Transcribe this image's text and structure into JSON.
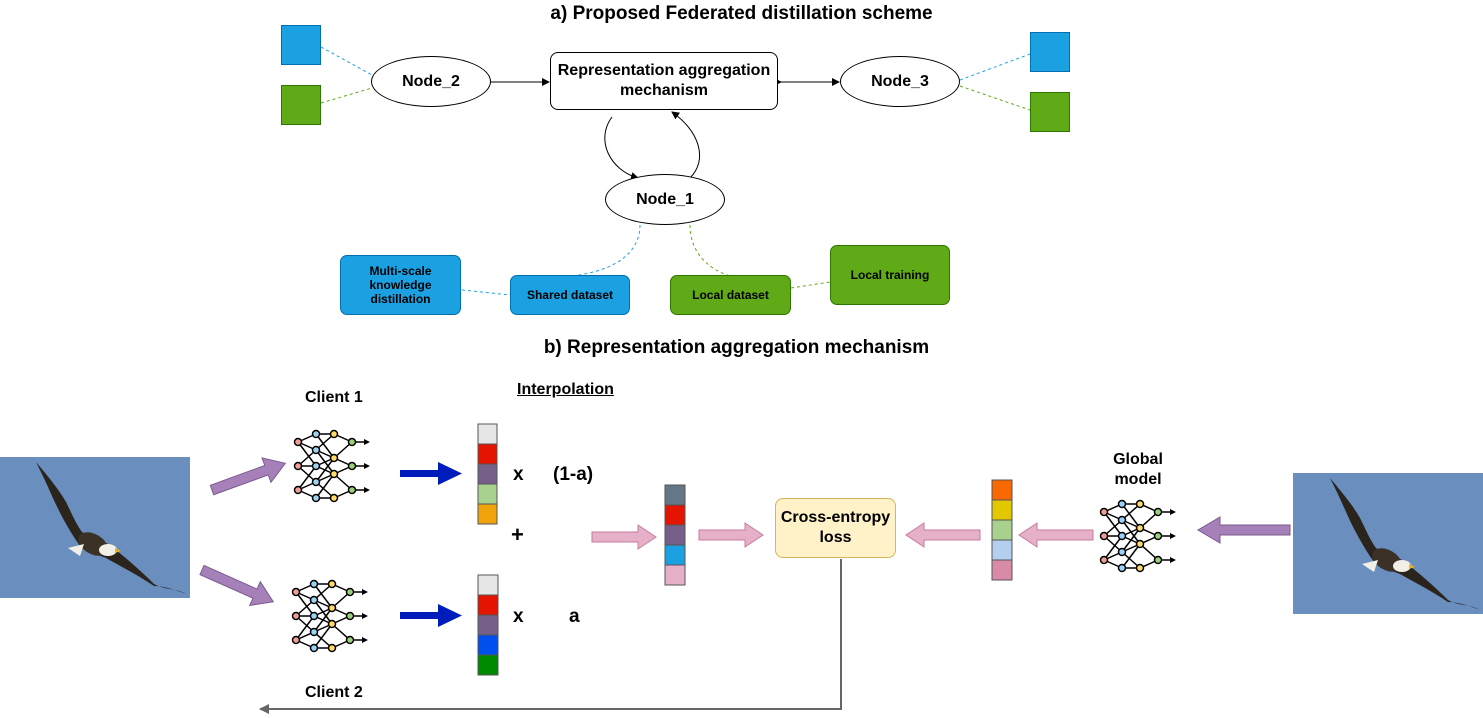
{
  "title_a": "a) Proposed Federated distillation scheme",
  "title_b": "b) Representation aggregation mechanism",
  "nodes": {
    "node_1": "Node_1",
    "node_2": "Node_2",
    "node_3": "Node_3"
  },
  "aggregation_box": "Representation aggregation mechanism",
  "boxes": {
    "multi_scale": "Multi-scale knowledge distillation",
    "shared_dataset": "Shared dataset",
    "local_dataset": "Local dataset",
    "local_training": "Local training"
  },
  "section_b": {
    "interpolation": "Interpolation",
    "client_1": "Client 1",
    "client_2": "Client 2",
    "global_model": "Global model",
    "times": "x",
    "plus": "+",
    "factor_1": "(1-a)",
    "factor_2": "a",
    "cross_entropy": "Cross-entropy loss"
  },
  "colors": {
    "blue_box": "#1ba1e2",
    "green_box": "#60a917",
    "arrow_purple": "#a680b8",
    "arrow_pink": "#e6b0c8",
    "arrow_blue": "#001dbc",
    "ce_fill": "#fff2cc",
    "ce_border": "#d6b656"
  },
  "vectors": {
    "client_1": [
      "#e6e6e6",
      "#e51400",
      "#76608a",
      "#a9d18e",
      "#f0a30a"
    ],
    "client_2": [
      "#e6e6e6",
      "#e51400",
      "#76608a",
      "#0050ef",
      "#008a00"
    ],
    "aggregated": [
      "#647687",
      "#e51400",
      "#76608a",
      "#1ba1e2",
      "#e6b0c8"
    ],
    "global": [
      "#fa6800",
      "#e3c800",
      "#a9d18e",
      "#b4cef0",
      "#d88aa8"
    ]
  }
}
